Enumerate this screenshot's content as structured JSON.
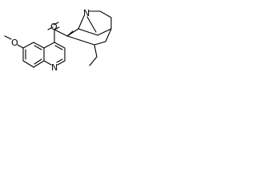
{
  "atoms": {
    "oxygen_carbonyl": "O",
    "oxygen_methoxy": "O",
    "nitrogen_quinoline": "N",
    "nitrogen_quinuclidine": "N"
  },
  "colors": {
    "bond": "#000000",
    "background": "#ffffff"
  }
}
